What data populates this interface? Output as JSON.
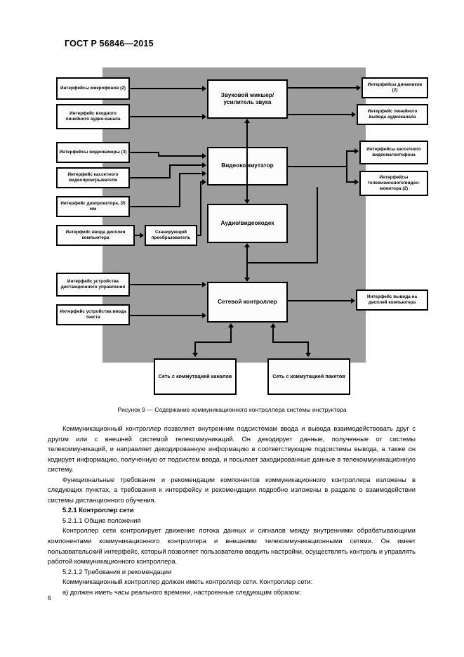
{
  "document": {
    "header": "ГОСТ Р 56846—2015",
    "page_number": "6"
  },
  "figure": {
    "caption": "Рисунок 9 — Содержание коммуникационного контроллера системы инструктора",
    "left_inputs": [
      {
        "id": "microphones",
        "label": "Интерфейсы микрофонов (2)"
      },
      {
        "id": "line-audio-in",
        "label": "Интерфейс входного линейного аудио-канала"
      },
      {
        "id": "video-cameras",
        "label": "Интерфейсы видеокамеры (3)"
      },
      {
        "id": "vcr-player",
        "label": "Интерфейс кассетного видеопроигрывателя"
      },
      {
        "id": "slide-projector",
        "label": "Интерфейс диапроектора, 35 мм"
      },
      {
        "id": "computer-display-in",
        "label": "Интерфейс ввода дисплея компьютера"
      },
      {
        "id": "remote-control",
        "label": "Интерфейс устройства дистанционного управления"
      },
      {
        "id": "text-input-device",
        "label": "Интерфейс устройства ввода текста"
      }
    ],
    "converter": {
      "id": "scan-converter",
      "label": "Сканирующий преобразователь"
    },
    "core_blocks": [
      {
        "id": "audio-mixer",
        "label": "Звуковой микшер/ усилитель звука"
      },
      {
        "id": "video-switch",
        "label": "Видеокоммутатор"
      },
      {
        "id": "av-codec",
        "label": "Аудио/видеокодек"
      },
      {
        "id": "network-controller",
        "label": "Сетевой контроллер"
      }
    ],
    "right_outputs": [
      {
        "id": "speakers",
        "label": "Интерфейсы динамиков (2)"
      },
      {
        "id": "line-audio-out",
        "label": "Интерфейс линейного вывода аудиоканала"
      },
      {
        "id": "vcr-recorder",
        "label": "Интерфейсы кассетного видеомагнитофона"
      },
      {
        "id": "tv-video-monitor",
        "label": "Интерфейсы телевизионного/видео-монитора (2)"
      },
      {
        "id": "computer-display-out",
        "label": "Интерфейс вывода на дисплей компьютера"
      }
    ],
    "networks": [
      {
        "id": "circuit-switched",
        "label": "Сеть с коммутацией каналов"
      },
      {
        "id": "packet-switched",
        "label": "Сеть с коммутацией пакетов"
      }
    ],
    "colors": {
      "panel_background": "#9d9d9d",
      "box_fill": "#fcfcfc",
      "line": "#000000"
    }
  },
  "body": {
    "paragraphs": [
      "Коммуникационный контроллер позволяет внутренним подсистемам ввода и вывода взаимодействовать друг с другом или с внешней системой телекоммуникаций. Он декодирует данные, полученные от системы телекоммуникаций, и направляет декодированную информацию в соответствующие подсистемы вывода, а также он кодирует информацию, полученную от подсистем ввода, и посылает закодированные данные в телекоммуникационную систему.",
      "Функциональные требования и рекомендации компонентов коммуникационного контроллера изложены в следующих пунктах, а требования к интерфейсу и рекомендации подробно изложены в разделе о взаимодействии системы дистанционного обучения."
    ],
    "heading": "5.2.1 Контроллер сети",
    "subheading_1": "5.2.1.1 Общие положения",
    "paragraph_3": "Контроллер сети контролирует движение потока данных и сигналов между внутренними обрабатывающими компонентами коммуникационного контроллера и внешними телекоммуникационными сетями. Он имеет пользовательский интерфейс, который позволяет пользователю вводить настройки, осуществлять контроль и управлять работой коммуникационного контроллера.",
    "subheading_2": "5.2.1.2 Требования и рекомендации",
    "paragraph_4": "Коммуникационный контроллер должен иметь контроллер сети. Контроллер сети:",
    "paragraph_5": "а) должен иметь часы реального времени, настроенные следующим образом:"
  }
}
